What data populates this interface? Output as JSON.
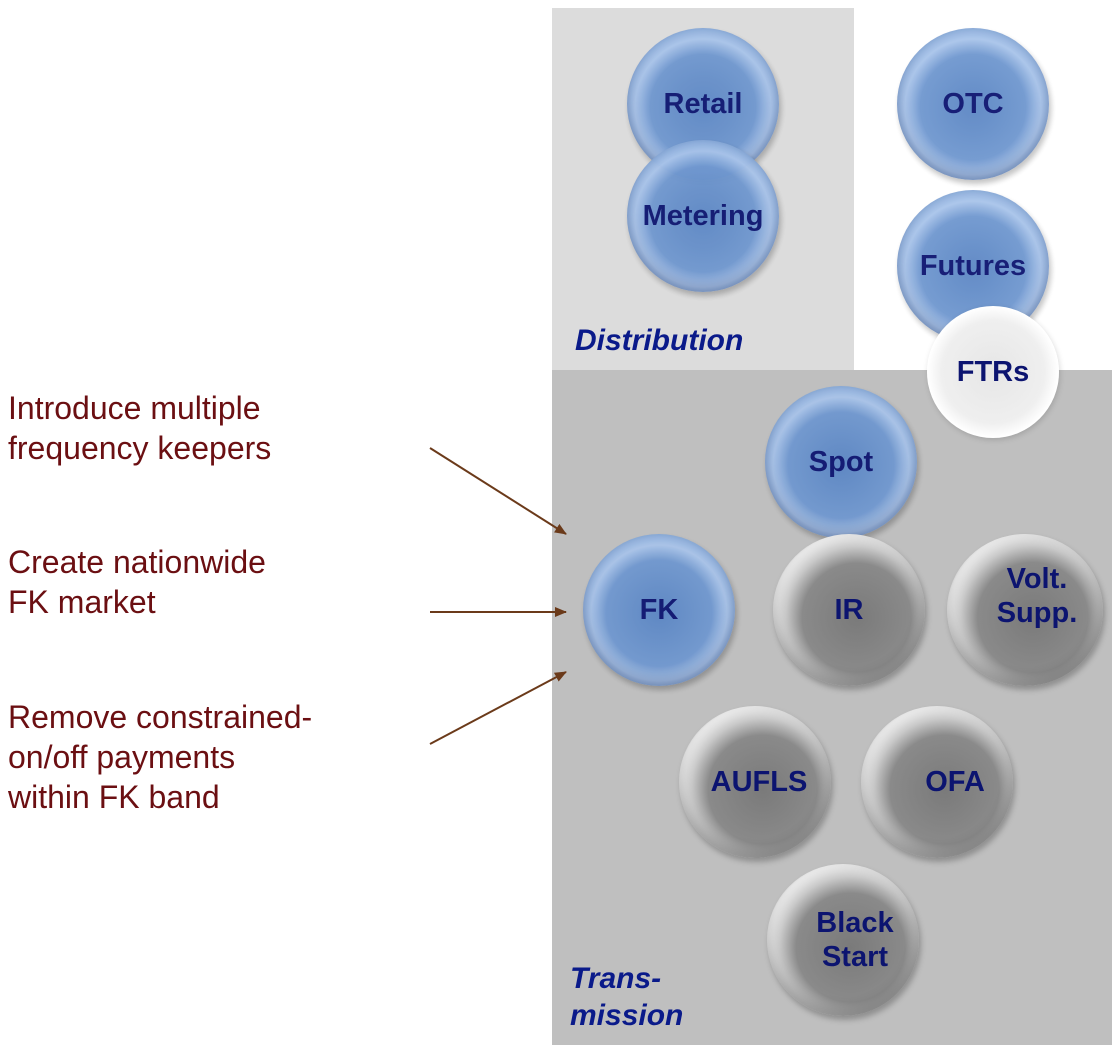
{
  "distribution": {
    "label": "Distribution"
  },
  "transmission": {
    "label": "Trans-\nmission"
  },
  "bubbles": {
    "retail": "Retail",
    "metering": "Metering",
    "otc": "OTC",
    "futures": "Futures",
    "ftrs": "FTRs",
    "spot": "Spot",
    "fk": "FK",
    "ir": "IR",
    "volt_supp": "Volt.\nSupp.",
    "aufls": "AUFLS",
    "ofa": "OFA",
    "black_start": "Black\nStart"
  },
  "notes": [
    "Introduce multiple\nfrequency keepers",
    "Create nationwide\nFK market",
    "Remove constrained-\non/off payments\nwithin FK band"
  ],
  "colors": {
    "note_text": "#6b0f12",
    "label_text": "#0a1a8a",
    "bubble_text": "#0c1470",
    "arrow": "#6b3a1a"
  }
}
